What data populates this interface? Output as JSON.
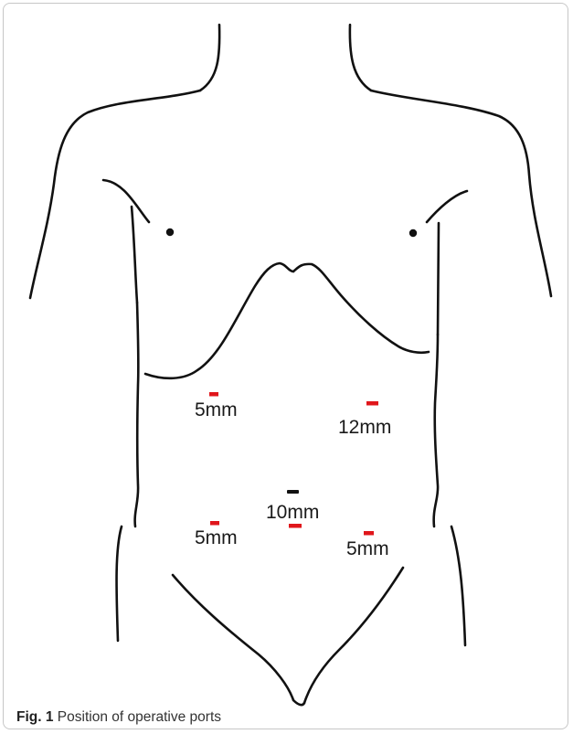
{
  "caption": {
    "label": "Fig. 1",
    "text": "Position of operative ports"
  },
  "ports": [
    {
      "id": "left-upper",
      "size": "5mm",
      "marker_color": "#e0161b"
    },
    {
      "id": "right-upper",
      "size": "12mm",
      "marker_color": "#e0161b"
    },
    {
      "id": "umbilical",
      "size": "10mm",
      "marker_color": "#e0161b",
      "umbilicus_color": "#111111"
    },
    {
      "id": "left-lower",
      "size": "5mm",
      "marker_color": "#e0161b"
    },
    {
      "id": "right-lower",
      "size": "5mm",
      "marker_color": "#e0161b"
    }
  ],
  "colors": {
    "line": "#111111",
    "port_marker": "#e0161b",
    "frame_border": "#c7c7c7"
  }
}
